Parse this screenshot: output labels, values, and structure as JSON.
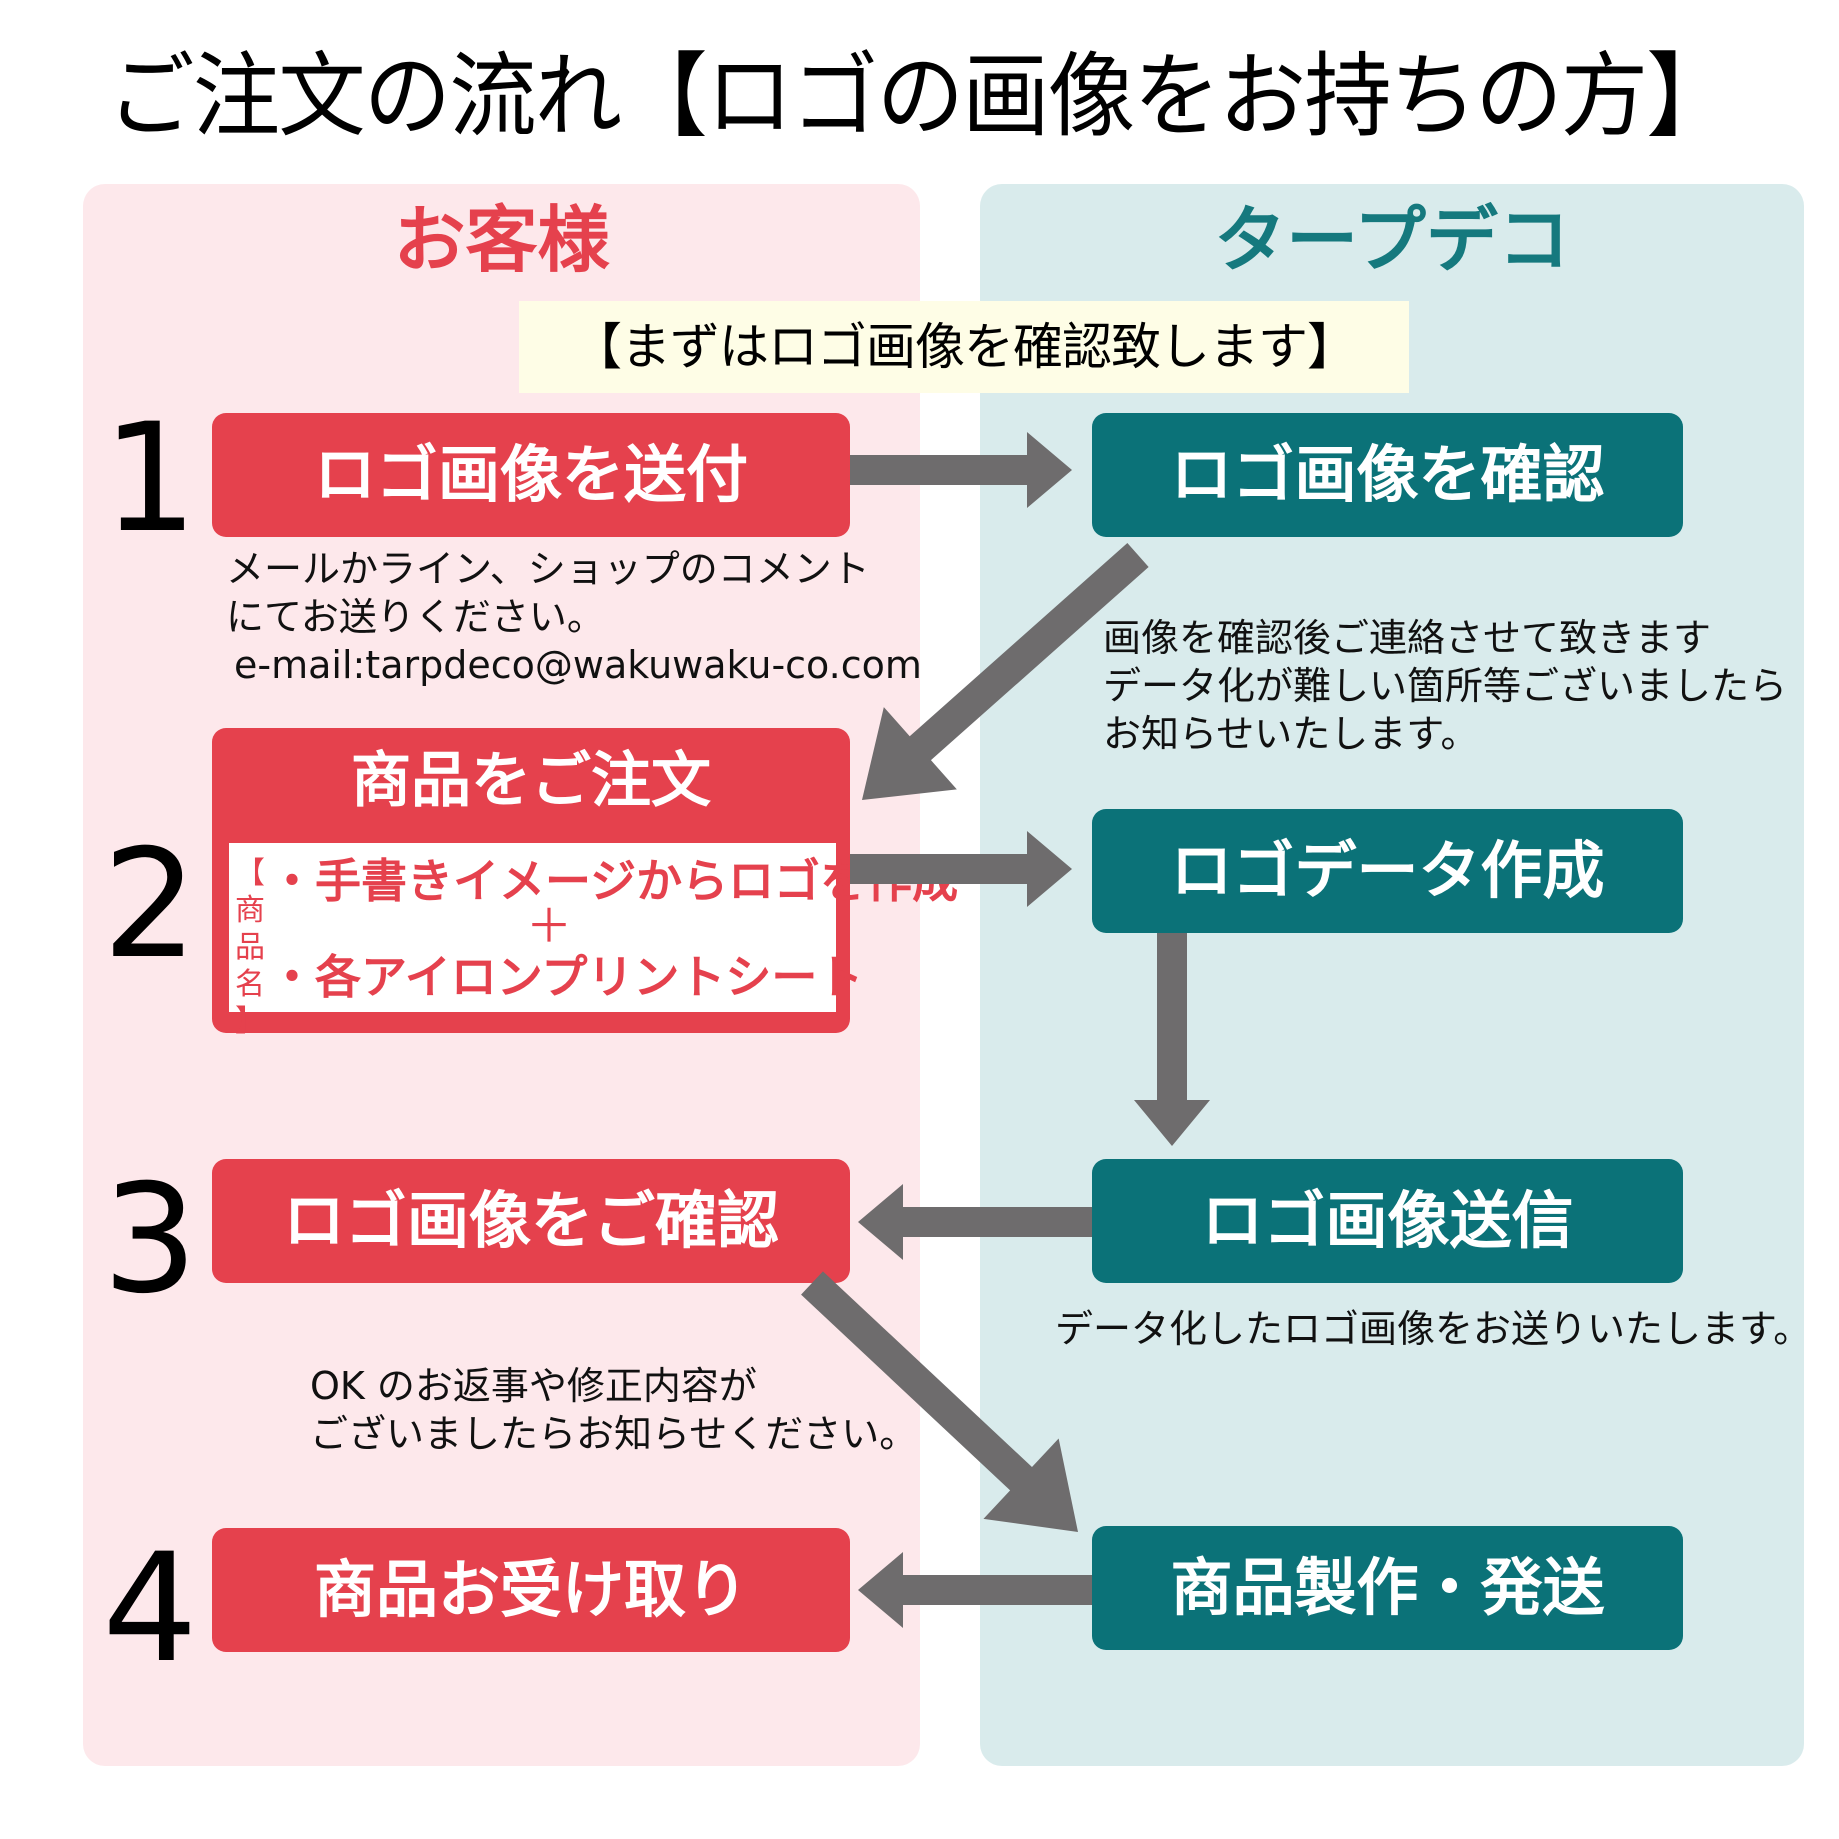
{
  "title": "ご注文の流れ【ロゴの画像をお持ちの方】",
  "columns": {
    "customer": {
      "heading": "お客様",
      "color": "#e5414d",
      "bg": "#fde8eb"
    },
    "company": {
      "heading": "タープデコ",
      "color": "#15797e",
      "bg": "#d9ebec"
    }
  },
  "banner": "【まずはロゴ画像を確認致します】",
  "steps": [
    {
      "number": "1",
      "label": "ロゴ画像を送付"
    },
    {
      "number": "2",
      "label": "商品をご注文"
    },
    {
      "number": "3",
      "label": "ロゴ画像をご確認"
    },
    {
      "number": "4",
      "label": "商品お受け取り"
    }
  ],
  "product_box": {
    "bracket_label": [
      "【",
      "商",
      "品",
      "名",
      "】"
    ],
    "line1": "・手書きイメージからロゴを作成",
    "plus": "＋",
    "line2": "・各アイロンプリントシート"
  },
  "company_steps": [
    {
      "label": "ロゴ画像を確認"
    },
    {
      "label": "ロゴデータ作成"
    },
    {
      "label": "ロゴ画像送信"
    },
    {
      "label": "商品製作・発送"
    }
  ],
  "notes": {
    "send": [
      "メールかライン、ショップのコメント",
      "にてお送りください。",
      "e-mail:tarpdeco@wakuwaku-co.com"
    ],
    "check": [
      "画像を確認後ご連絡させて致きます",
      "データ化が難しい箇所等ございましたら",
      "お知らせいたします。"
    ],
    "sent": [
      "データ化したロゴ画像をお送りいたします。"
    ],
    "reply": [
      "OK のお返事や修正内容が",
      "ございましたらお知らせください。"
    ]
  },
  "colors": {
    "arrow": "#6e6c6d",
    "red_box": "#e5414d",
    "teal_box": "#0b7278",
    "banner_bg": "#fefde6"
  }
}
